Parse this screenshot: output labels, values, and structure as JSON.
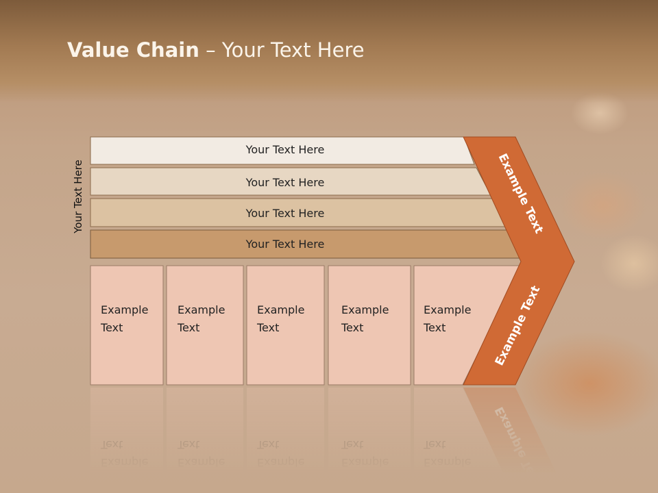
{
  "title": {
    "bold": "Value Chain",
    "rest": " – Your Text Here"
  },
  "side_label": "Your Text Here",
  "rows": [
    {
      "label": "Your Text Here",
      "fill": "#f2ebe3"
    },
    {
      "label": "Your Text Here",
      "fill": "#e7d7c3"
    },
    {
      "label": "Your Text Here",
      "fill": "#dcc2a2"
    },
    {
      "label": "Your Text Here",
      "fill": "#c79a6d"
    }
  ],
  "columns": [
    {
      "line1": "Example",
      "line2": "Text"
    },
    {
      "line1": "Example",
      "line2": "Text"
    },
    {
      "line1": "Example",
      "line2": "Text"
    },
    {
      "line1": "Example",
      "line2": "Text"
    },
    {
      "line1": "Example",
      "line2": "Text"
    }
  ],
  "arrow_top_label": "Example Text",
  "arrow_bottom_label": "Example Text",
  "colors": {
    "arrow": "#d06a35",
    "column_fill": "#eec6b3",
    "arrow_text": "#ffffff"
  }
}
